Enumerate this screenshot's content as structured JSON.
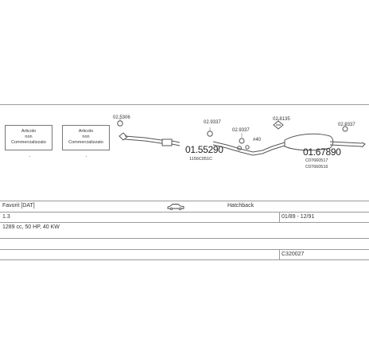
{
  "notes": {
    "left": "Articolo\nnon\nCommercializzato",
    "right": "Articolo\nnon\nCommercializzato"
  },
  "parts": {
    "clamp_front": "02.5306",
    "front_pipe": "01.55290",
    "front_pipe_sub": "1156C051C",
    "clamp_mid": "02.9337",
    "clamp_mid2": "02.9337",
    "hanger_label": "#40",
    "bracket": "02.8135",
    "rear_box": "01.67890",
    "rear_box_sub1": "C07660517",
    "rear_box_sub2": "C07660516",
    "clamp_rear": "02.9337"
  },
  "info": {
    "model": "Favorit  [DAT]",
    "body_type": "Hatchback",
    "engine": "1.3",
    "date_range": "01/89 - 12/91",
    "spec": "1289 cc, 50 HP, 40 KW",
    "catalog_number": "C320027"
  },
  "icons": {
    "car": "hatchback-car-icon"
  }
}
